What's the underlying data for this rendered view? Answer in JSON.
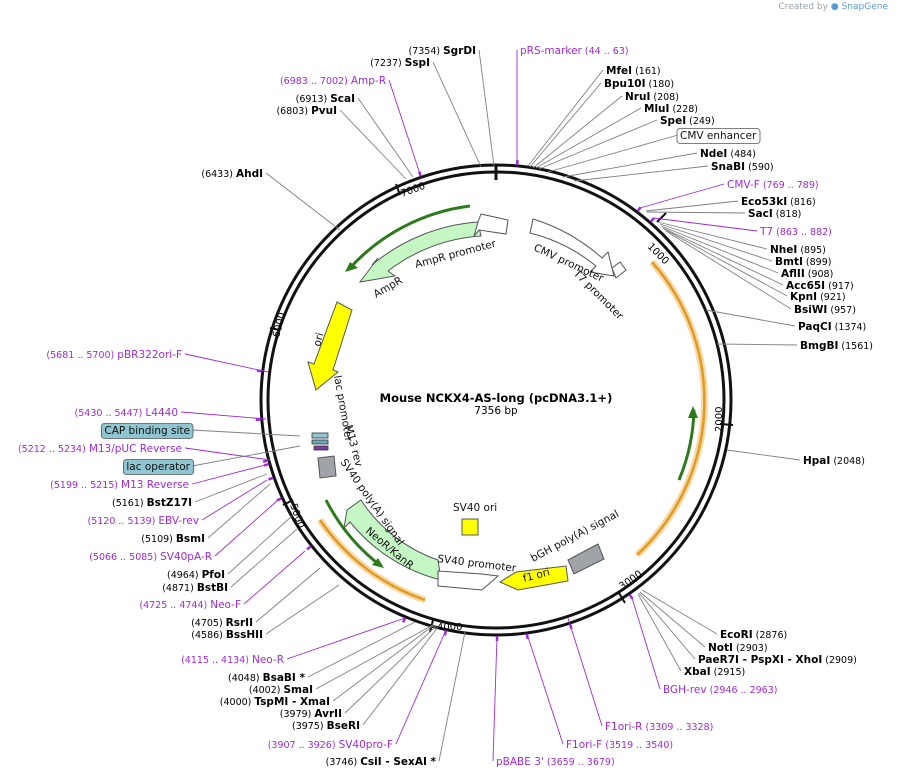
{
  "credit": {
    "prefix": "Created by",
    "brand": "SnapGene"
  },
  "plasmid": {
    "name": "Mouse NCKX4-AS-long (pcDNA3.1+)",
    "size_label": "7356 bp",
    "length": 7356
  },
  "colors": {
    "enzyme": "#000000",
    "primer": "#9e2bd6",
    "line": "#808080",
    "ampr": "#c4f7c4",
    "ori": "#ffff00",
    "promoter": "#ffffff",
    "orf": "#f0a830",
    "polyA": "#a0a4a8",
    "box_feature": "#8ec5d0"
  },
  "ticks": [
    {
      "pos": 1000,
      "label": "1000"
    },
    {
      "pos": 2000,
      "label": "2000"
    },
    {
      "pos": 3000,
      "label": "3000"
    },
    {
      "pos": 4000,
      "label": "4000"
    },
    {
      "pos": 5000,
      "label": "5000"
    },
    {
      "pos": 6000,
      "label": "6000"
    },
    {
      "pos": 7000,
      "label": "7000"
    }
  ],
  "features": [
    {
      "name": "CMV promoter",
      "type": "promoter",
      "icon": "arrow-open"
    },
    {
      "name": "T7 promoter",
      "type": "promoter",
      "icon": "arrow-small"
    },
    {
      "name": "f1 ori",
      "type": "rep_origin",
      "icon": "arrow-yellow"
    },
    {
      "name": "bGH poly(A) signal",
      "type": "polyA",
      "icon": "box-gray"
    },
    {
      "name": "SV40 promoter",
      "type": "promoter",
      "icon": "arrow-open"
    },
    {
      "name": "SV40 ori",
      "type": "rep_origin",
      "icon": "box-yellow"
    },
    {
      "name": "NeoR/KanR",
      "type": "cds",
      "icon": "arrow-green"
    },
    {
      "name": "SV40 poly(A) signal",
      "type": "polyA",
      "icon": "box-gray"
    },
    {
      "name": "M13 rev",
      "type": "primer_bind",
      "icon": "arrow-small"
    },
    {
      "name": "lac promoter",
      "type": "promoter",
      "icon": "arrow-small"
    },
    {
      "name": "ori",
      "type": "rep_origin",
      "icon": "arrow-yellow"
    },
    {
      "name": "AmpR",
      "type": "cds",
      "icon": "arrow-green"
    },
    {
      "name": "AmpR promoter",
      "type": "promoter",
      "icon": "arrow-open"
    }
  ],
  "labels_right": [
    {
      "name": "pRS-marker",
      "range": "(44 .. 63)",
      "kind": "primer"
    },
    {
      "name": "MfeI",
      "pos": "(161)",
      "kind": "enzyme"
    },
    {
      "name": "Bpu10I",
      "pos": "(180)",
      "kind": "enzyme"
    },
    {
      "name": "NruI",
      "pos": "(208)",
      "kind": "enzyme"
    },
    {
      "name": "MluI",
      "pos": "(228)",
      "kind": "enzyme"
    },
    {
      "name": "SpeI",
      "pos": "(249)",
      "kind": "enzyme"
    },
    {
      "name": "CMV enhancer",
      "kind": "box"
    },
    {
      "name": "NdeI",
      "pos": "(484)",
      "kind": "enzyme"
    },
    {
      "name": "SnaBI",
      "pos": "(590)",
      "kind": "enzyme"
    },
    {
      "name": "CMV-F",
      "range": "(769 .. 789)",
      "kind": "primer"
    },
    {
      "name": "Eco53kI",
      "pos": "(816)",
      "kind": "enzyme"
    },
    {
      "name": "SacI",
      "pos": "(818)",
      "kind": "enzyme"
    },
    {
      "name": "T7",
      "range": "(863 .. 882)",
      "kind": "primer"
    },
    {
      "name": "NheI",
      "pos": "(895)",
      "kind": "enzyme"
    },
    {
      "name": "BmtI",
      "pos": "(899)",
      "kind": "enzyme"
    },
    {
      "name": "AflII",
      "pos": "(908)",
      "kind": "enzyme"
    },
    {
      "name": "Acc65I",
      "pos": "(917)",
      "kind": "enzyme"
    },
    {
      "name": "KpnI",
      "pos": "(921)",
      "kind": "enzyme"
    },
    {
      "name": "BsiWI",
      "pos": "(957)",
      "kind": "enzyme"
    },
    {
      "name": "PaqCI",
      "pos": "(1374)",
      "kind": "enzyme"
    },
    {
      "name": "BmgBI",
      "pos": "(1561)",
      "kind": "enzyme"
    },
    {
      "name": "HpaI",
      "pos": "(2048)",
      "kind": "enzyme"
    },
    {
      "name": "EcoRI",
      "pos": "(2876)",
      "kind": "enzyme"
    },
    {
      "name": "NotI",
      "pos": "(2903)",
      "kind": "enzyme"
    },
    {
      "name": "PaeR7I",
      "extra": "- PspXI - XhoI",
      "pos": "(2909)",
      "kind": "enzyme"
    },
    {
      "name": "XbaI",
      "pos": "(2915)",
      "kind": "enzyme"
    },
    {
      "name": "BGH-rev",
      "range": "(2946 .. 2963)",
      "kind": "primer"
    },
    {
      "name": "F1ori-R",
      "range": "(3309 .. 3328)",
      "kind": "primer"
    },
    {
      "name": "F1ori-F",
      "range": "(3519 .. 3540)",
      "kind": "primer"
    },
    {
      "name": "pBABE 3'",
      "range": "(3659 .. 3679)",
      "kind": "primer"
    }
  ],
  "labels_left": [
    {
      "name": "SgrDI",
      "pos": "(7354)",
      "kind": "enzyme"
    },
    {
      "name": "SspI",
      "pos": "(7237)",
      "kind": "enzyme"
    },
    {
      "name": "Amp-R",
      "range": "(6983 .. 7002)",
      "kind": "primer"
    },
    {
      "name": "ScaI",
      "pos": "(6913)",
      "kind": "enzyme"
    },
    {
      "name": "PvuI",
      "pos": "(6803)",
      "kind": "enzyme"
    },
    {
      "name": "AhdI",
      "pos": "(6433)",
      "kind": "enzyme"
    },
    {
      "name": "pBR322ori-F",
      "range": "(5681 .. 5700)",
      "kind": "primer"
    },
    {
      "name": "L4440",
      "range": "(5430 .. 5447)",
      "kind": "primer"
    },
    {
      "name": "CAP binding site",
      "kind": "box"
    },
    {
      "name": "M13/pUC Reverse",
      "range": "(5212 .. 5234)",
      "kind": "primer"
    },
    {
      "name": "lac operator",
      "kind": "box"
    },
    {
      "name": "M13 Reverse",
      "range": "(5199 .. 5215)",
      "kind": "primer"
    },
    {
      "name": "BstZ17I",
      "pos": "(5161)",
      "kind": "enzyme"
    },
    {
      "name": "EBV-rev",
      "range": "(5120 .. 5139)",
      "kind": "primer"
    },
    {
      "name": "BsmI",
      "pos": "(5109)",
      "kind": "enzyme"
    },
    {
      "name": "SV40pA-R",
      "range": "(5066 .. 5085)",
      "kind": "primer"
    },
    {
      "name": "PfoI",
      "pos": "(4964)",
      "kind": "enzyme"
    },
    {
      "name": "BstBI",
      "pos": "(4871)",
      "kind": "enzyme"
    },
    {
      "name": "Neo-F",
      "range": "(4725 .. 4744)",
      "kind": "primer"
    },
    {
      "name": "RsrII",
      "pos": "(4705)",
      "kind": "enzyme"
    },
    {
      "name": "BssHII",
      "pos": "(4586)",
      "kind": "enzyme"
    },
    {
      "name": "Neo-R",
      "range": "(4115 .. 4134)",
      "kind": "primer"
    },
    {
      "name": "BsaBI *",
      "pos": "(4048)",
      "kind": "enzyme"
    },
    {
      "name": "SmaI",
      "pos": "(4002)",
      "kind": "enzyme"
    },
    {
      "name": "TspMI",
      "extra": "- XmaI",
      "pos": "(4000)",
      "kind": "enzyme"
    },
    {
      "name": "AvrII",
      "pos": "(3979)",
      "kind": "enzyme"
    },
    {
      "name": "BseRI",
      "pos": "(3975)",
      "kind": "enzyme"
    },
    {
      "name": "SV40pro-F",
      "range": "(3907 .. 3926)",
      "kind": "primer"
    },
    {
      "name": "CsiI",
      "extra": "- SexAI *",
      "pos": "(3746)",
      "kind": "enzyme"
    }
  ]
}
